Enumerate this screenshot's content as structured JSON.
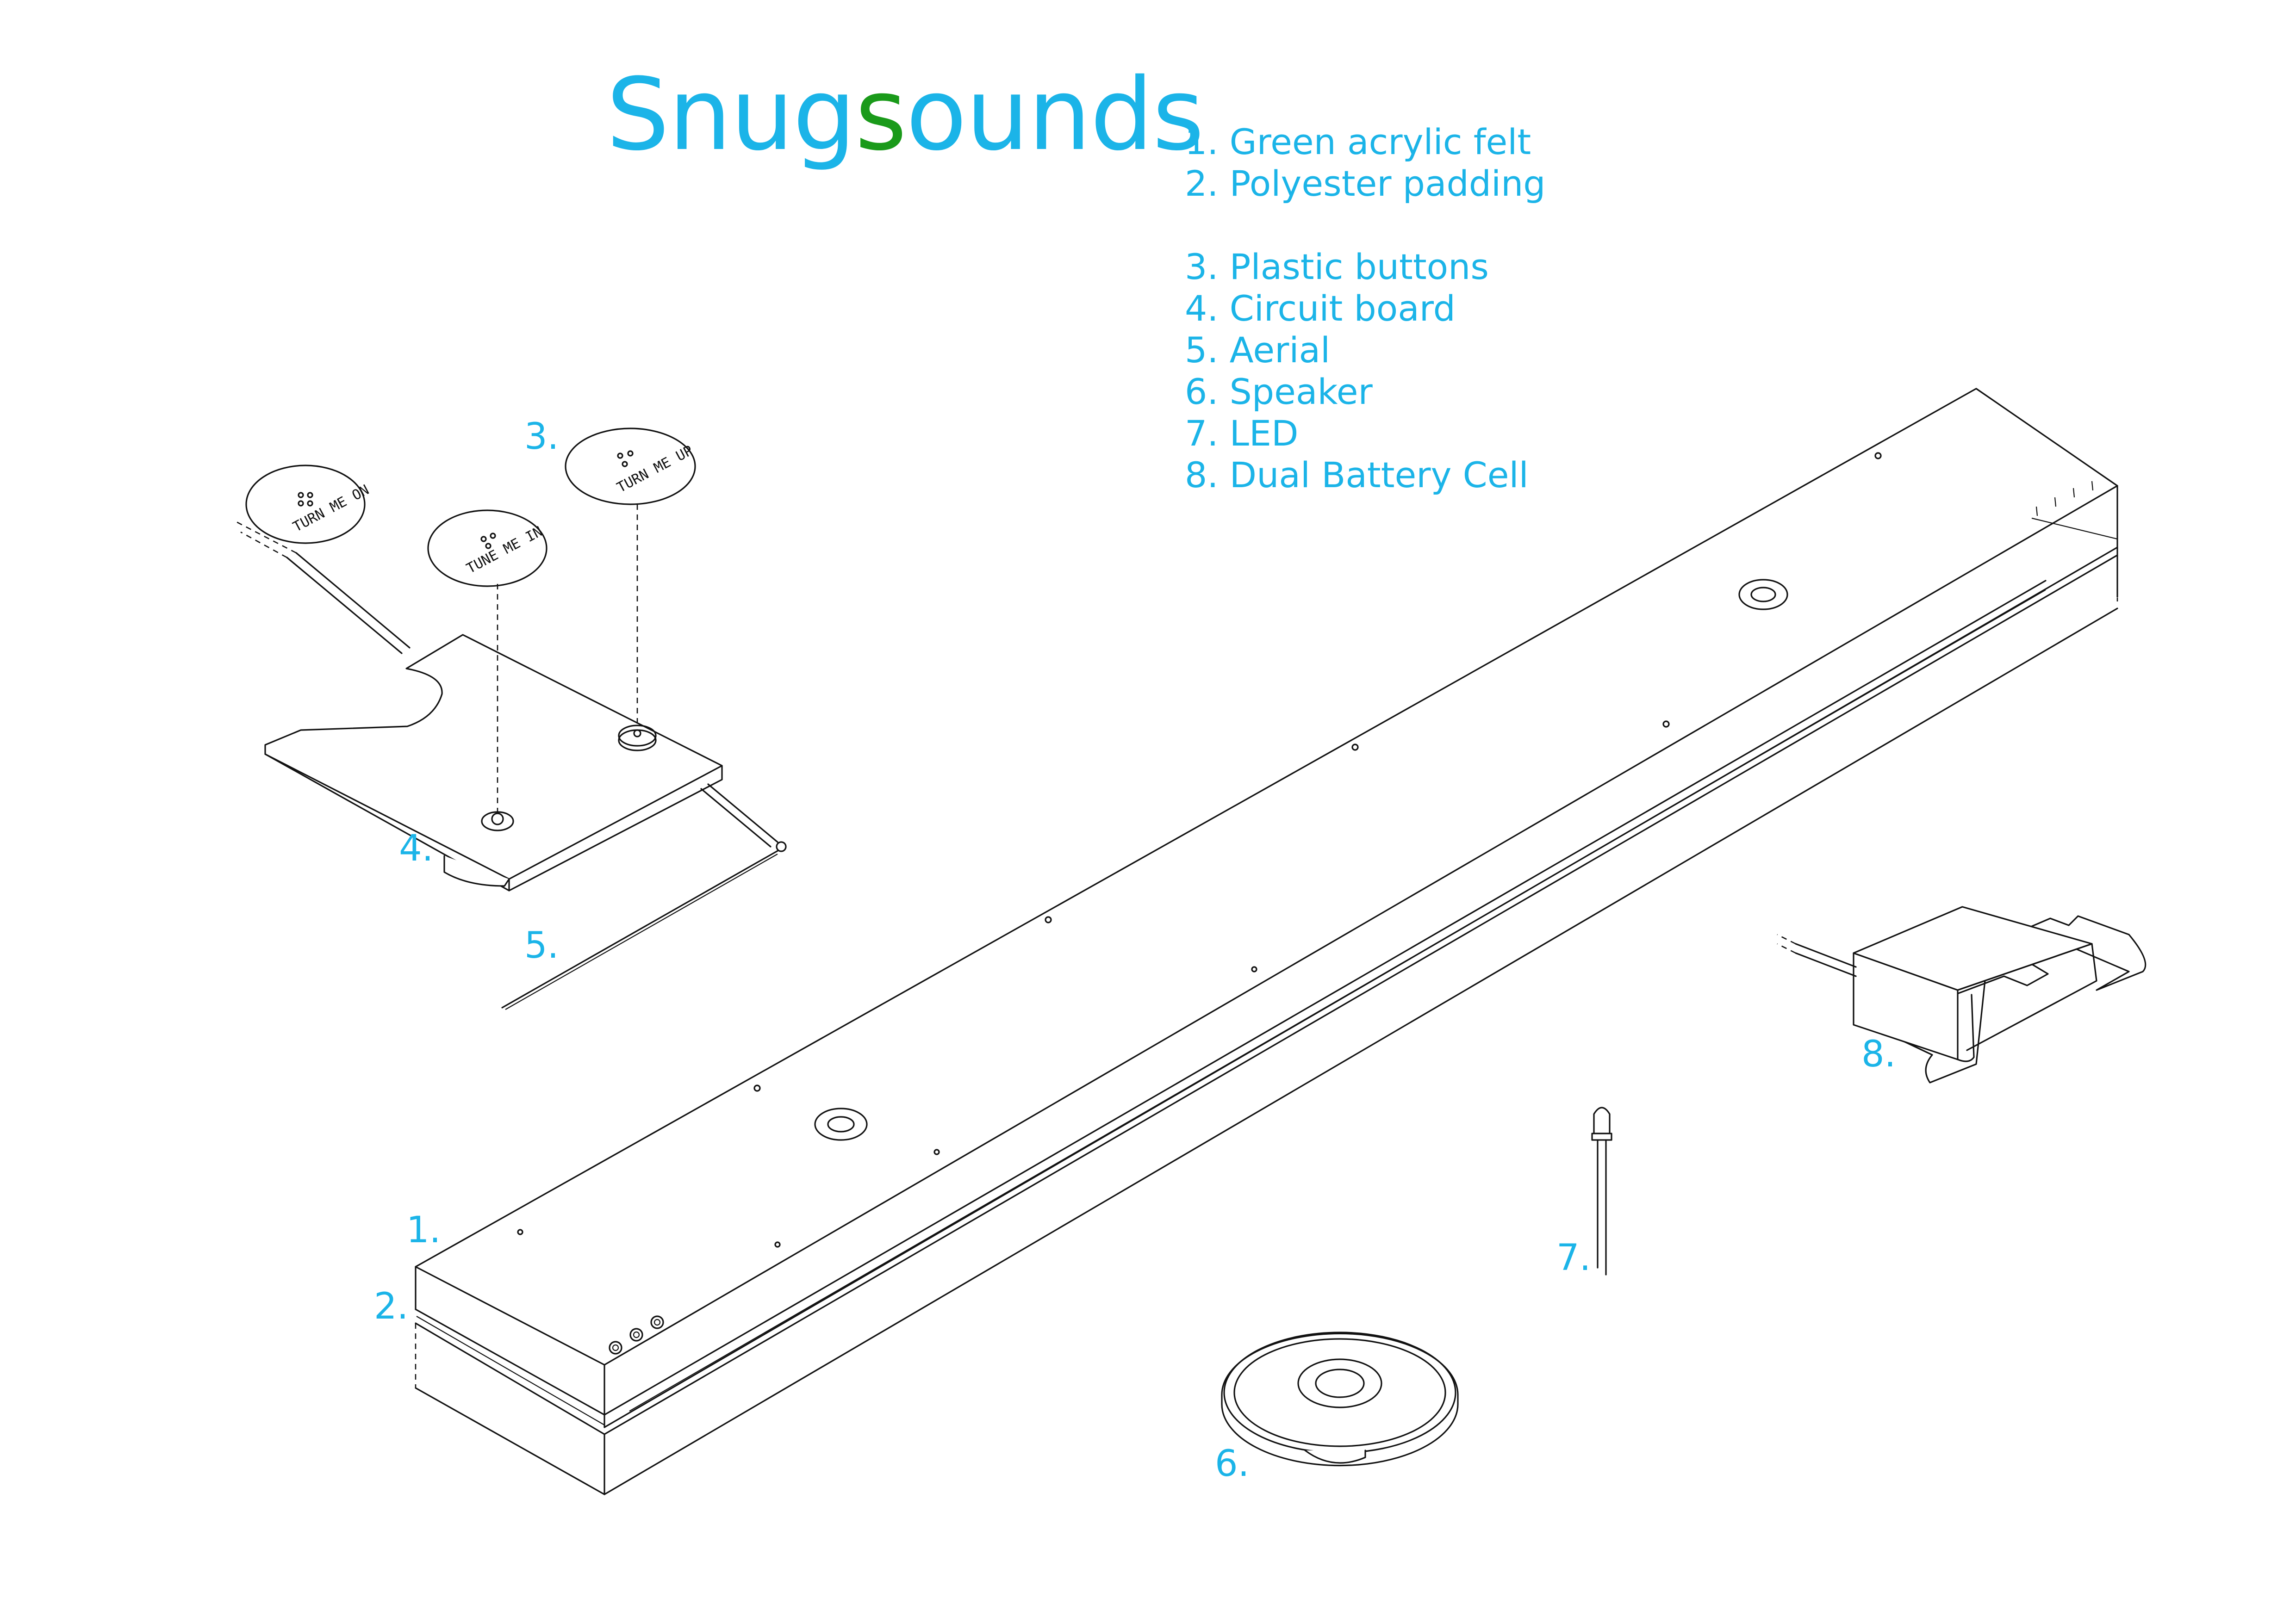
{
  "title": {
    "part1": "Snug",
    "part2": "s",
    "part3": "ounds",
    "accent_color": "#1bb4e8",
    "highlight_color": "#1a9a1a"
  },
  "legend": {
    "group1": [
      "1. Green acrylic felt",
      "2. Polyester padding"
    ],
    "group2": [
      "3. Plastic buttons",
      "4. Circuit board",
      "5. Aerial",
      "6. Speaker",
      "7. LED",
      "8. Dual Battery Cell"
    ]
  },
  "callouts": {
    "c1": "1.",
    "c2": "2.",
    "c3": "3.",
    "c4": "4.",
    "c5": "5.",
    "c6": "6.",
    "c7": "7.",
    "c8": "8."
  },
  "buttons": {
    "b1": "TURN ME ON",
    "b2": "TUNE ME IN",
    "b3": "TURN ME UP"
  },
  "icons": [
    "felt-strip",
    "padding-layer",
    "plastic-button",
    "circuit-board",
    "aerial-wire",
    "speaker",
    "led",
    "battery-holder"
  ]
}
